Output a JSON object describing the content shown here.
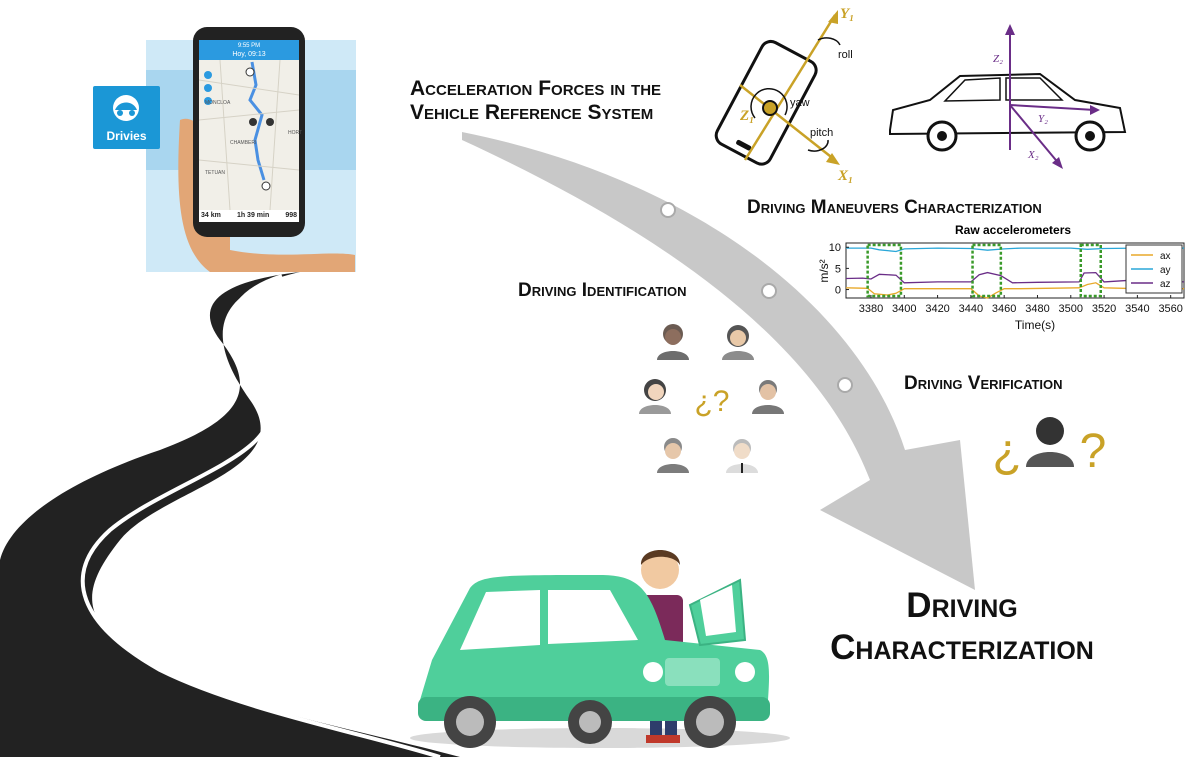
{
  "labels": {
    "acceleration_line1": "Acceleration Forces in the",
    "acceleration_line2": "Vehicle Reference System",
    "maneuvers": "Driving Maneuvers Characterization",
    "identification": "Driving Identification",
    "verification": "Driving Verification",
    "main_line1": "Driving",
    "main_line2": "Characterization"
  },
  "phone_axes": {
    "y1": "Y₁",
    "x1": "X₁",
    "z1": "Z₁",
    "roll": "roll",
    "yaw": "yaw",
    "pitch": "pitch"
  },
  "car_axes": {
    "z2": "Z₂",
    "y2": "Y₂",
    "x2": "X₂"
  },
  "app": {
    "brand": "Drivies",
    "status_time": "9:55 PM",
    "header": "Hoy, 09:13",
    "distance": "34 km",
    "duration": "1h 39 min",
    "score": "998",
    "map_places": [
      "TETUAN",
      "CHAMBERI",
      "MONCLOA",
      "HORT"
    ]
  },
  "verification_marks": {
    "open": "¿",
    "close": "?"
  },
  "identification_mark": "¿?",
  "chart_data": {
    "type": "line",
    "title": "Raw accelerometers",
    "xlabel": "Time(s)",
    "ylabel": "m/s²",
    "xlim": [
      3365,
      3568
    ],
    "ylim": [
      -2,
      11
    ],
    "xticks": [
      3380,
      3400,
      3420,
      3440,
      3460,
      3480,
      3500,
      3520,
      3540,
      3560
    ],
    "yticks": [
      0,
      5,
      10
    ],
    "legend_position": "right",
    "series": [
      {
        "name": "ax",
        "color": "#e8a92a",
        "x": [
          3365,
          3378,
          3382,
          3390,
          3395,
          3400,
          3410,
          3440,
          3445,
          3450,
          3455,
          3460,
          3470,
          3505,
          3510,
          3515,
          3520,
          3540,
          3568
        ],
        "y": [
          0.4,
          0.3,
          -1.0,
          -1.3,
          -0.9,
          0.2,
          0.2,
          0.2,
          -1.5,
          -2.0,
          -0.8,
          0.2,
          0.2,
          0.4,
          1.2,
          1.6,
          0.4,
          0.2,
          0.2
        ]
      },
      {
        "name": "ay",
        "color": "#2aa7d8",
        "x": [
          3365,
          3380,
          3385,
          3395,
          3400,
          3420,
          3440,
          3450,
          3460,
          3470,
          3500,
          3510,
          3520,
          3540,
          3568
        ],
        "y": [
          9.8,
          9.8,
          9.4,
          9.0,
          9.6,
          9.8,
          9.7,
          9.3,
          9.6,
          9.8,
          9.8,
          9.5,
          9.7,
          9.8,
          9.8
        ]
      },
      {
        "name": "az",
        "color": "#6a2d87",
        "x": [
          3365,
          3375,
          3380,
          3385,
          3395,
          3400,
          3420,
          3440,
          3445,
          3450,
          3458,
          3465,
          3480,
          3505,
          3508,
          3515,
          3520,
          3540,
          3568
        ],
        "y": [
          2.6,
          2.7,
          2.5,
          3.6,
          3.4,
          1.6,
          1.8,
          1.8,
          3.5,
          4.0,
          3.3,
          1.6,
          1.7,
          1.8,
          3.9,
          4.0,
          1.8,
          2.3,
          1.8
        ]
      }
    ],
    "highlight_windows": [
      [
        3378,
        3398
      ],
      [
        3441,
        3458
      ],
      [
        3506,
        3518
      ]
    ]
  },
  "colors": {
    "road": "#1d1d1d",
    "road_line": "#ffffff",
    "arrow": "#c8c8c8",
    "car": "#4fcf9b",
    "accent_gold": "#c9a227",
    "phone_bg": "#1b97d6"
  }
}
